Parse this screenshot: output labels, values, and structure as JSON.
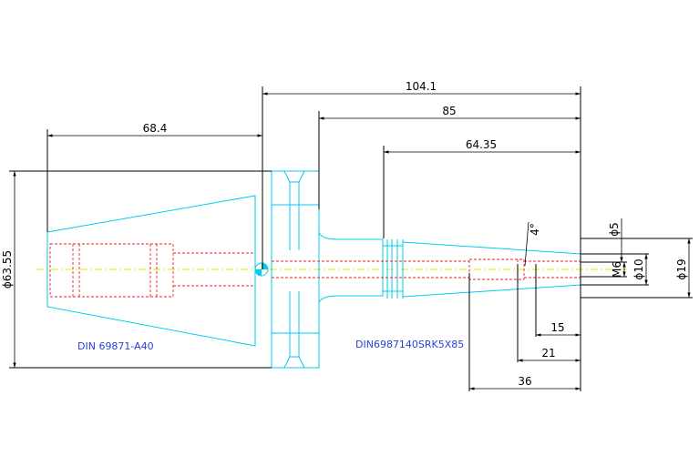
{
  "dimensions": {
    "d_104_1": "104.1",
    "d_85": "85",
    "d_68_4": "68.4",
    "d_64_35": "64.35",
    "d_63_55": "ϕ63.55",
    "d_4deg": "4°",
    "d_5": "ϕ5",
    "d_m6": "M6",
    "d_10": "ϕ10",
    "d_19": "ϕ19",
    "d_15": "15",
    "d_21": "21",
    "d_36": "36"
  },
  "labels": {
    "shank": "DIN 69871-A40",
    "extension": "DIN6987140SRK5X85"
  },
  "colors": {
    "outline": "#00ccee",
    "hidden": "#ee2222",
    "dimension": "#000000",
    "centerline": "#e8e800",
    "label": "#2a3fd6"
  }
}
